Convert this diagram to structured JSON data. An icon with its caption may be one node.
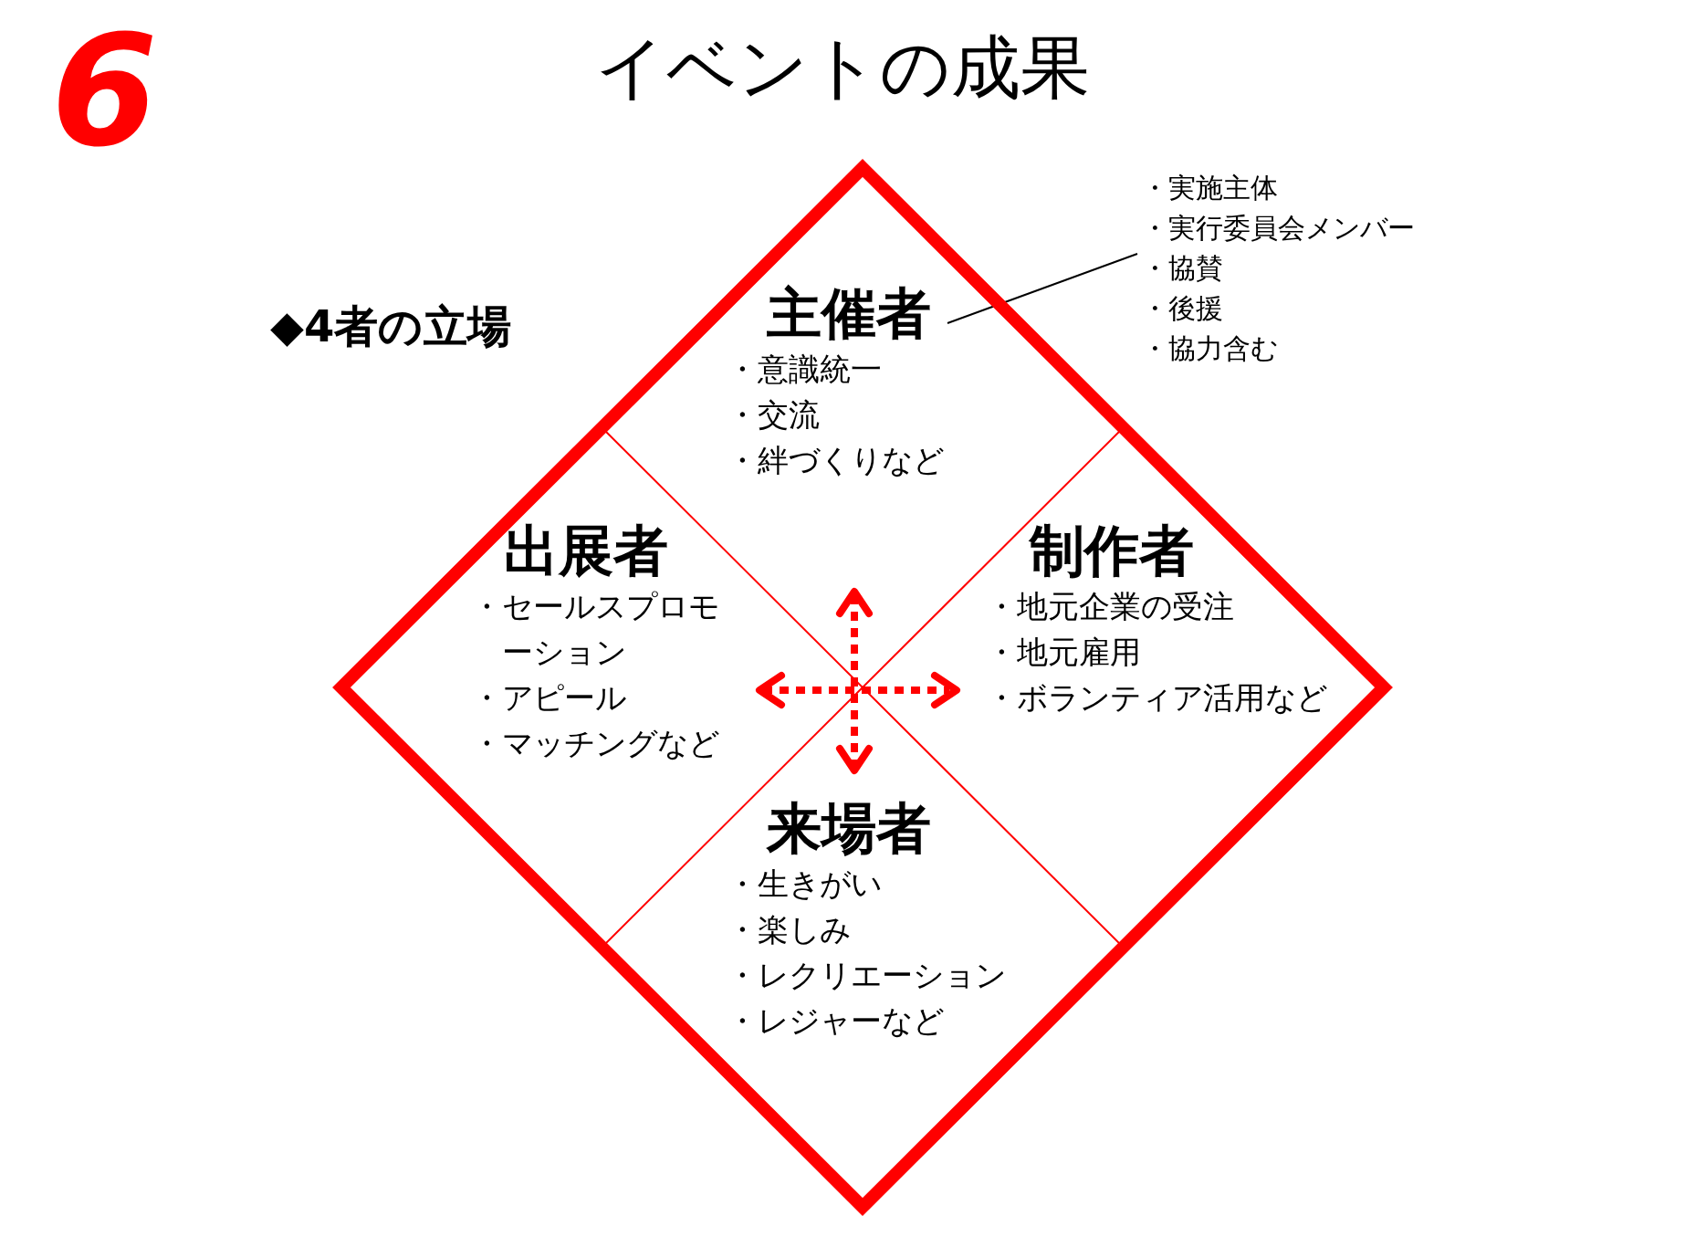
{
  "diagram": {
    "title": "イベントの成果",
    "nodes": [
      {
        "text": [],
        "shape": "diamond"
      },
      {
        "text": [
          "主催者",
          "・意識統一",
          "・交流",
          "・絆づくりなど"
        ],
        "in": 0
      },
      {
        "text": [
          "出展者",
          "・セールスプロモーション",
          "・アピール",
          "・マッチングなど"
        ],
        "in": 0
      },
      {
        "text": [
          "制作者",
          "・地元企業の受注",
          "・地元雇用",
          "・ボランティア活用など"
        ],
        "in": 0
      },
      {
        "text": [
          "来場者",
          "・生きがい",
          "・楽しみ",
          "・レクリエーション",
          "・レジャーなど"
        ],
        "in": 0
      },
      {
        "text": [
          "・実施主体",
          "・実行委員会メンバー",
          "・協賛",
          "・後援",
          "・協力含む"
        ]
      }
    ],
    "edges": [
      {
        "from": 5,
        "to": 1,
        "arrow": "none"
      }
    ],
    "labels": [
      "6",
      "◆4者の立場"
    ]
  }
}
